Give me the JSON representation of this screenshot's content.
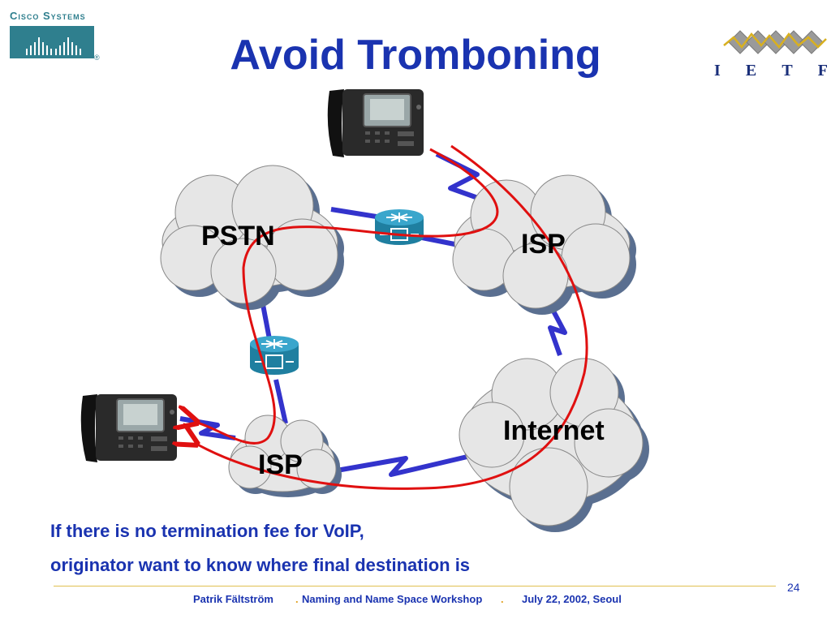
{
  "header": {
    "title": "Avoid Tromboning",
    "cisco_logo_text": "Cisco Systems",
    "ietf_letters": [
      "I",
      "E",
      "T",
      "F"
    ]
  },
  "diagram": {
    "clouds": {
      "pstn": "PSTN",
      "isp_top": "ISP",
      "internet": "Internet",
      "isp_bottom": "ISP"
    },
    "colors": {
      "link": "#3333cc",
      "path": "#e01010",
      "cloud_fill": "#e6e6e6",
      "cloud_shadow": "#5a6f90",
      "router": "#2a8fb0"
    }
  },
  "body": {
    "line1": "If there is no termination fee for VoIP,",
    "line2": "originator want to know where final destination is"
  },
  "footer": {
    "page": "24",
    "author": "Patrik Fältström",
    "event": "Naming and Name Space Workshop",
    "date": "July 22,  2002, Seoul"
  }
}
